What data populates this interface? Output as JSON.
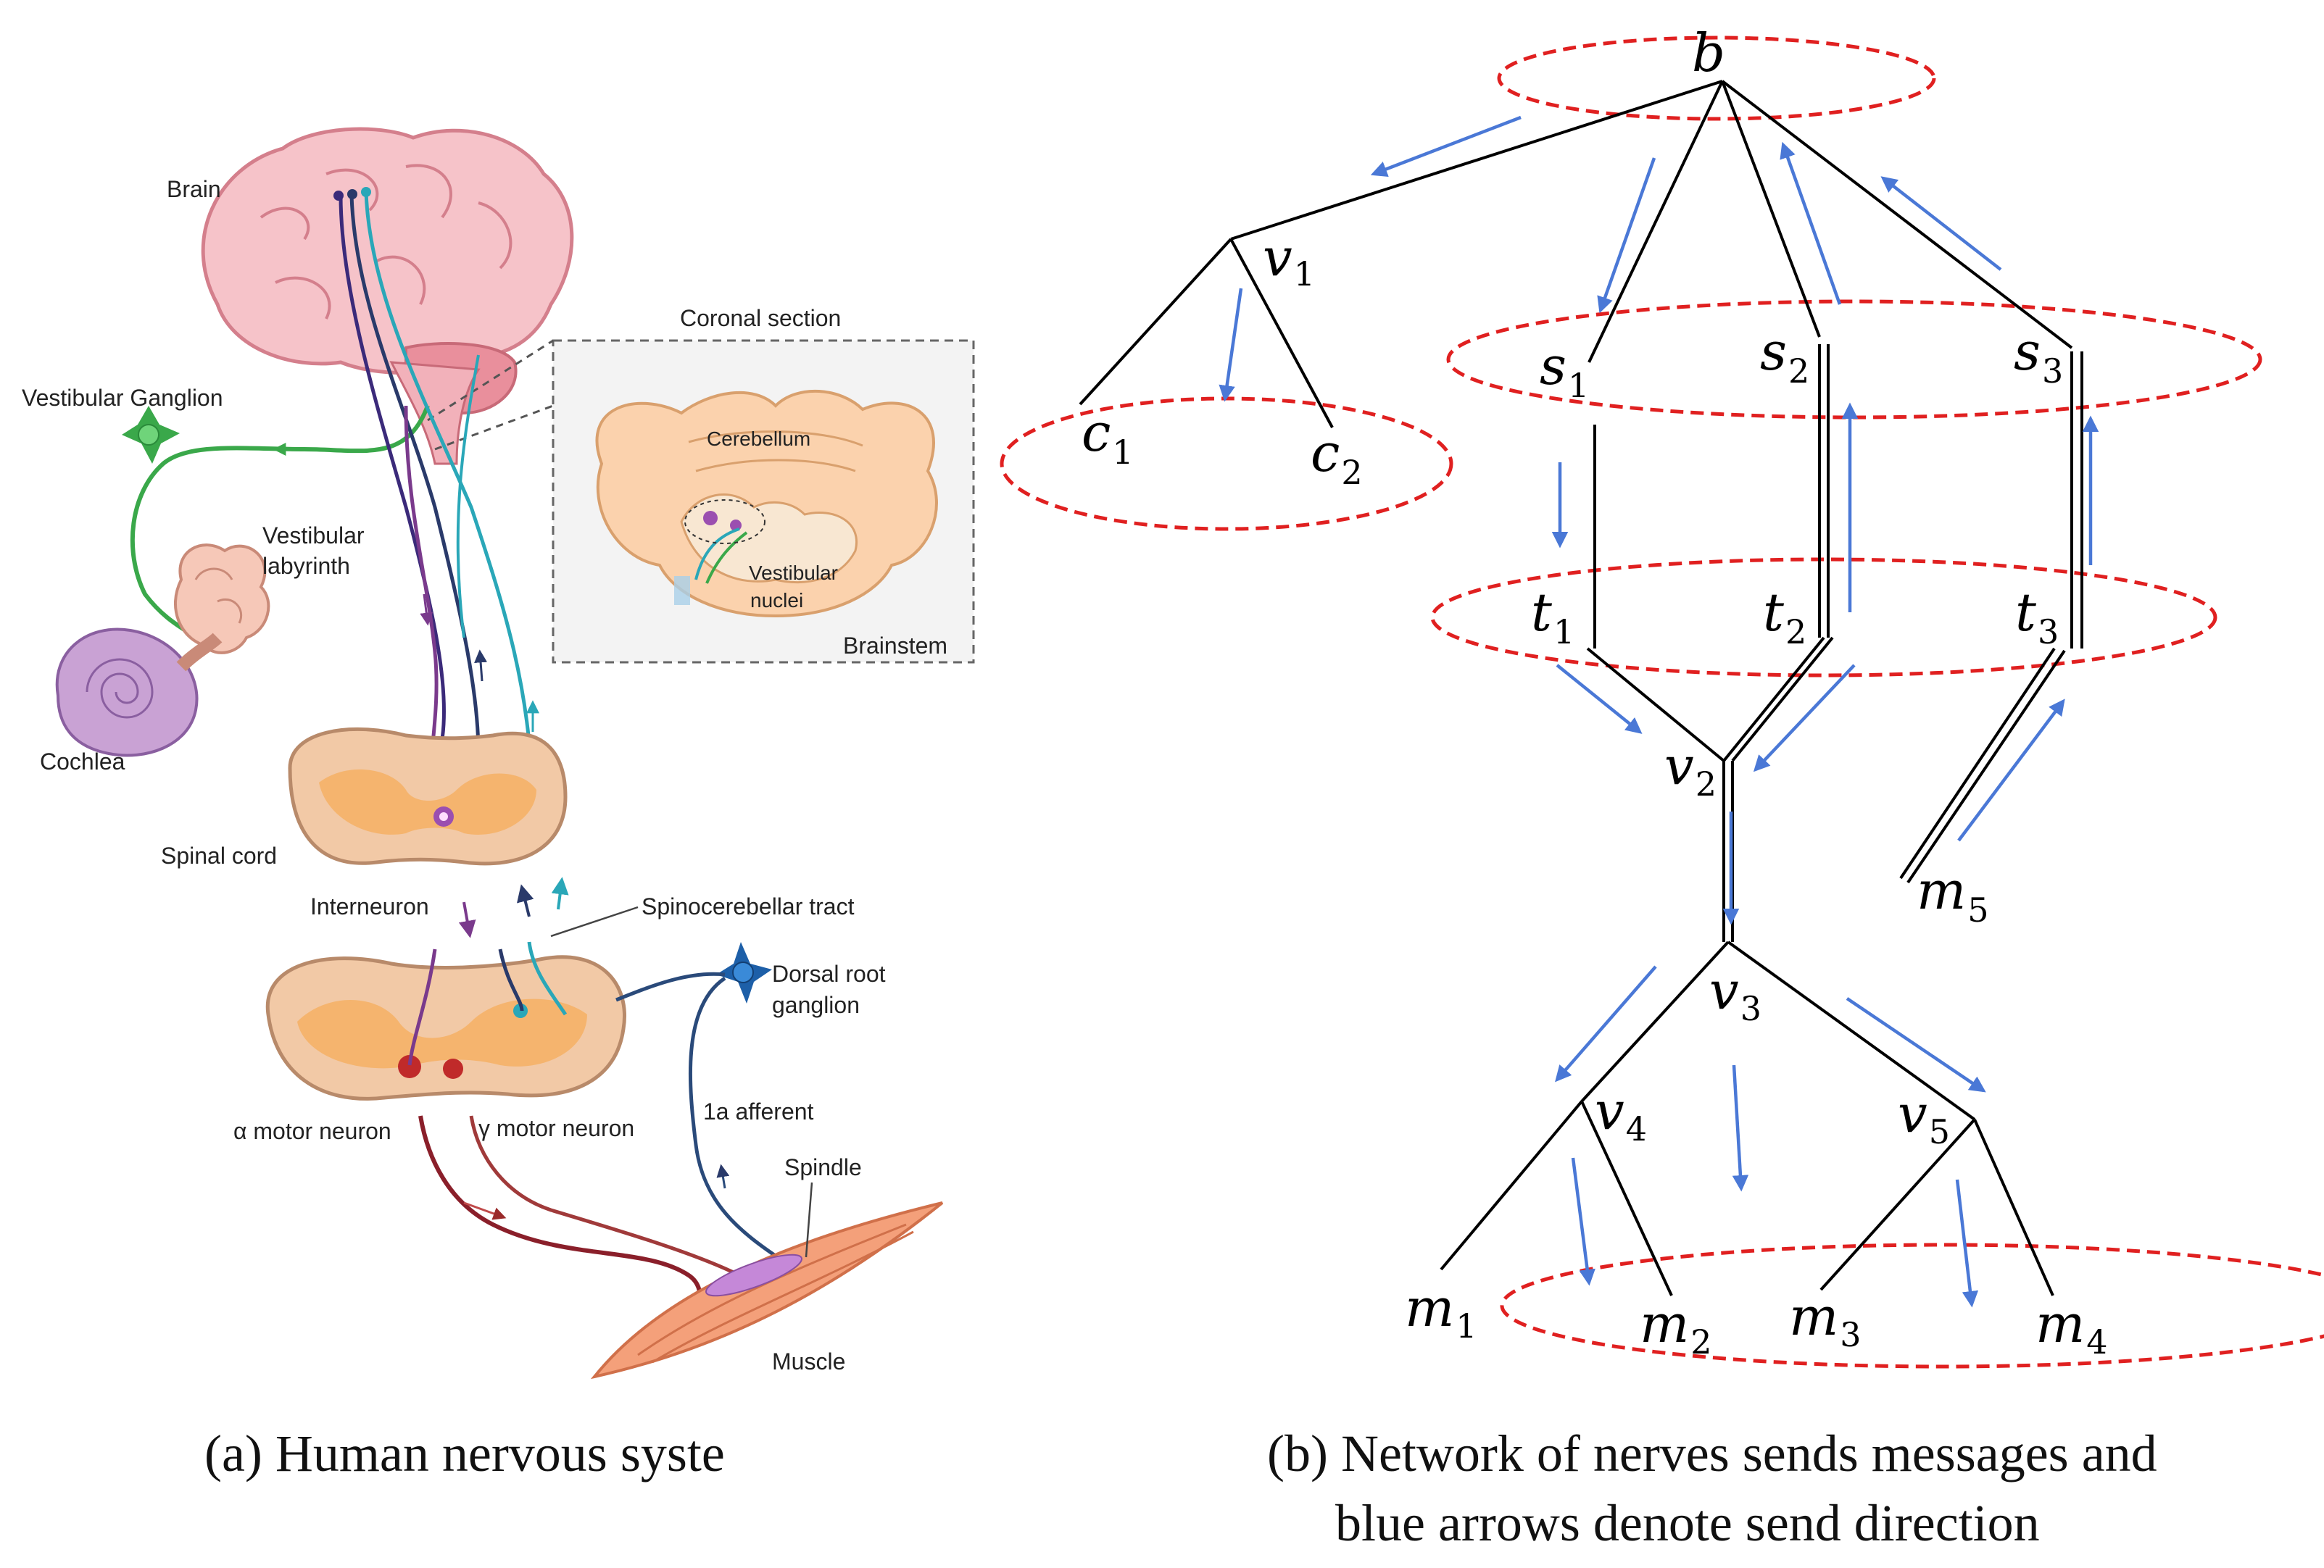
{
  "panel_a": {
    "caption": "(a) Human nervous syste",
    "labels": {
      "brain": "Brain",
      "coronal_section": "Coronal section",
      "vestibular_ganglion": "Vestibular Ganglion",
      "cerebellum": "Cerebellum",
      "vestibular_labyrinth_1": "Vestibular",
      "vestibular_labyrinth_2": "labyrinth",
      "vestibular_nuclei_1": "Vestibular",
      "vestibular_nuclei_2": "nuclei",
      "brainstem": "Brainstem",
      "cochlea": "Cochlea",
      "spinal_cord": "Spinal cord",
      "interneuron": "Interneuron",
      "spinocerebellar_tract": "Spinocerebellar tract",
      "dorsal_root_1": "Dorsal root",
      "dorsal_root_2": "ganglion",
      "alpha_motor": "α motor neuron",
      "gamma_motor": "γ motor neuron",
      "afferent_1a": "1a afferent",
      "spindle": "Spindle",
      "muscle": "Muscle"
    }
  },
  "panel_b": {
    "caption_line1": "(b) Network of nerves sends messages and",
    "caption_line2": "blue arrows denote send direction",
    "nodes": {
      "b": {
        "base": "b",
        "sub": ""
      },
      "v1": {
        "base": "v",
        "sub": "1"
      },
      "c1": {
        "base": "c",
        "sub": "1"
      },
      "c2": {
        "base": "c",
        "sub": "2"
      },
      "s1": {
        "base": "s",
        "sub": "1"
      },
      "s2": {
        "base": "s",
        "sub": "2"
      },
      "s3": {
        "base": "s",
        "sub": "3"
      },
      "t1": {
        "base": "t",
        "sub": "1"
      },
      "t2": {
        "base": "t",
        "sub": "2"
      },
      "t3": {
        "base": "t",
        "sub": "3"
      },
      "v2": {
        "base": "v",
        "sub": "2"
      },
      "m5": {
        "base": "m",
        "sub": "5"
      },
      "v3": {
        "base": "v",
        "sub": "3"
      },
      "v4": {
        "base": "v",
        "sub": "4"
      },
      "v5": {
        "base": "v",
        "sub": "5"
      },
      "m1": {
        "base": "m",
        "sub": "1"
      },
      "m2": {
        "base": "m",
        "sub": "2"
      },
      "m3": {
        "base": "m",
        "sub": "3"
      },
      "m4": {
        "base": "m",
        "sub": "4"
      }
    },
    "colors": {
      "edge": "#000000",
      "group_ellipse": "#e02020",
      "send_arrow": "#4a78d6"
    }
  }
}
